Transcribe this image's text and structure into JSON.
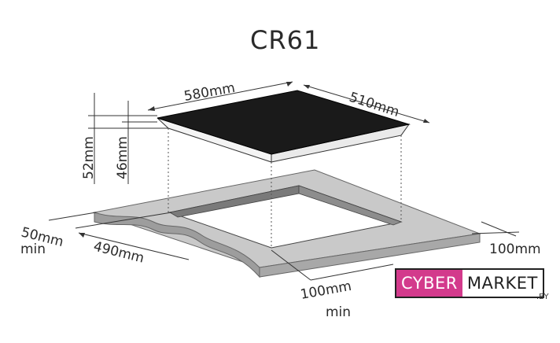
{
  "title": "CR61",
  "dimensions": {
    "width_top": "580mm",
    "depth_top": "510mm",
    "height_total": "52mm",
    "height_inner": "46mm",
    "cutout_width": "490mm",
    "side_gap": "100mm",
    "left_gap": "50mm",
    "left_gap_min": "min",
    "front_gap": "100mm",
    "front_gap_min": "min"
  },
  "brand": {
    "part1": "CYBER",
    "part2": "MARKET",
    "suffix": ".BY",
    "colors": {
      "accent": "#d33a8c",
      "dark": "#222222"
    }
  },
  "colors": {
    "glass": "#1a1a1a",
    "countertop": "#c8c8c8",
    "countertop_edge": "#9a9a9a",
    "cutout_inner": "#7a7a7a"
  }
}
